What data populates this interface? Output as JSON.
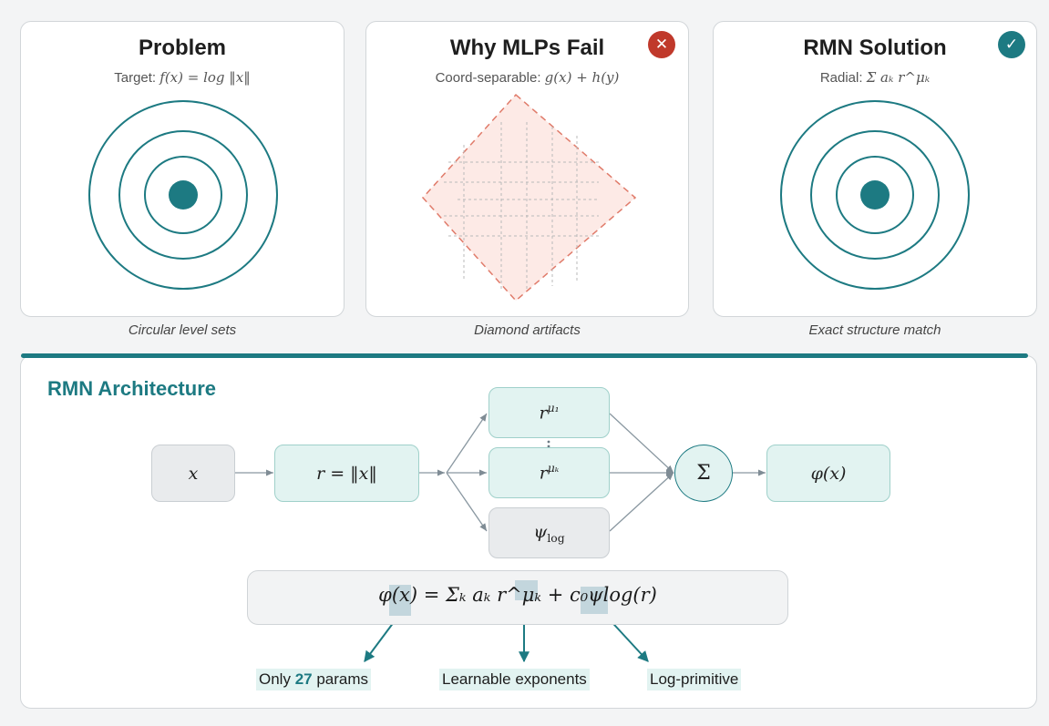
{
  "panels": [
    {
      "title": "Problem",
      "subtitle_prefix": "Target: ",
      "subtitle_math": "f(x) = log ‖x‖",
      "caption": "Circular level sets"
    },
    {
      "title": "Why MLPs Fail",
      "subtitle_prefix": "Coord-separable: ",
      "subtitle_math": "g(x) + h(y)",
      "caption": "Diamond artifacts",
      "badge_icon": "x-icon",
      "badge_glyph": "✕"
    },
    {
      "title": "RMN Solution",
      "subtitle_prefix": "Radial: ",
      "subtitle_math": "Σ aₖ r^μₖ",
      "caption": "Exact structure match",
      "badge_icon": "check-icon",
      "badge_glyph": "✓"
    }
  ],
  "architecture": {
    "title": "RMN Architecture",
    "nodes": {
      "input": "x",
      "radius": "r = ‖x‖",
      "sum": "Σ",
      "output": "φ(x)",
      "log": "ψ",
      "log_sub": "log"
    },
    "formula": "φ(x) = Σₖ aₖ r^μₖ + c₀ψlog(r)",
    "annotations": [
      {
        "pre": "Only ",
        "bold": "27",
        "post": " params"
      },
      {
        "pre": "Learnable exponents",
        "bold": "",
        "post": ""
      },
      {
        "pre": "Log-primitive",
        "bold": "",
        "post": ""
      }
    ]
  },
  "colors": {
    "accent": "#1d7a82",
    "error": "#c0392b",
    "diamond": "#e07b6a"
  }
}
